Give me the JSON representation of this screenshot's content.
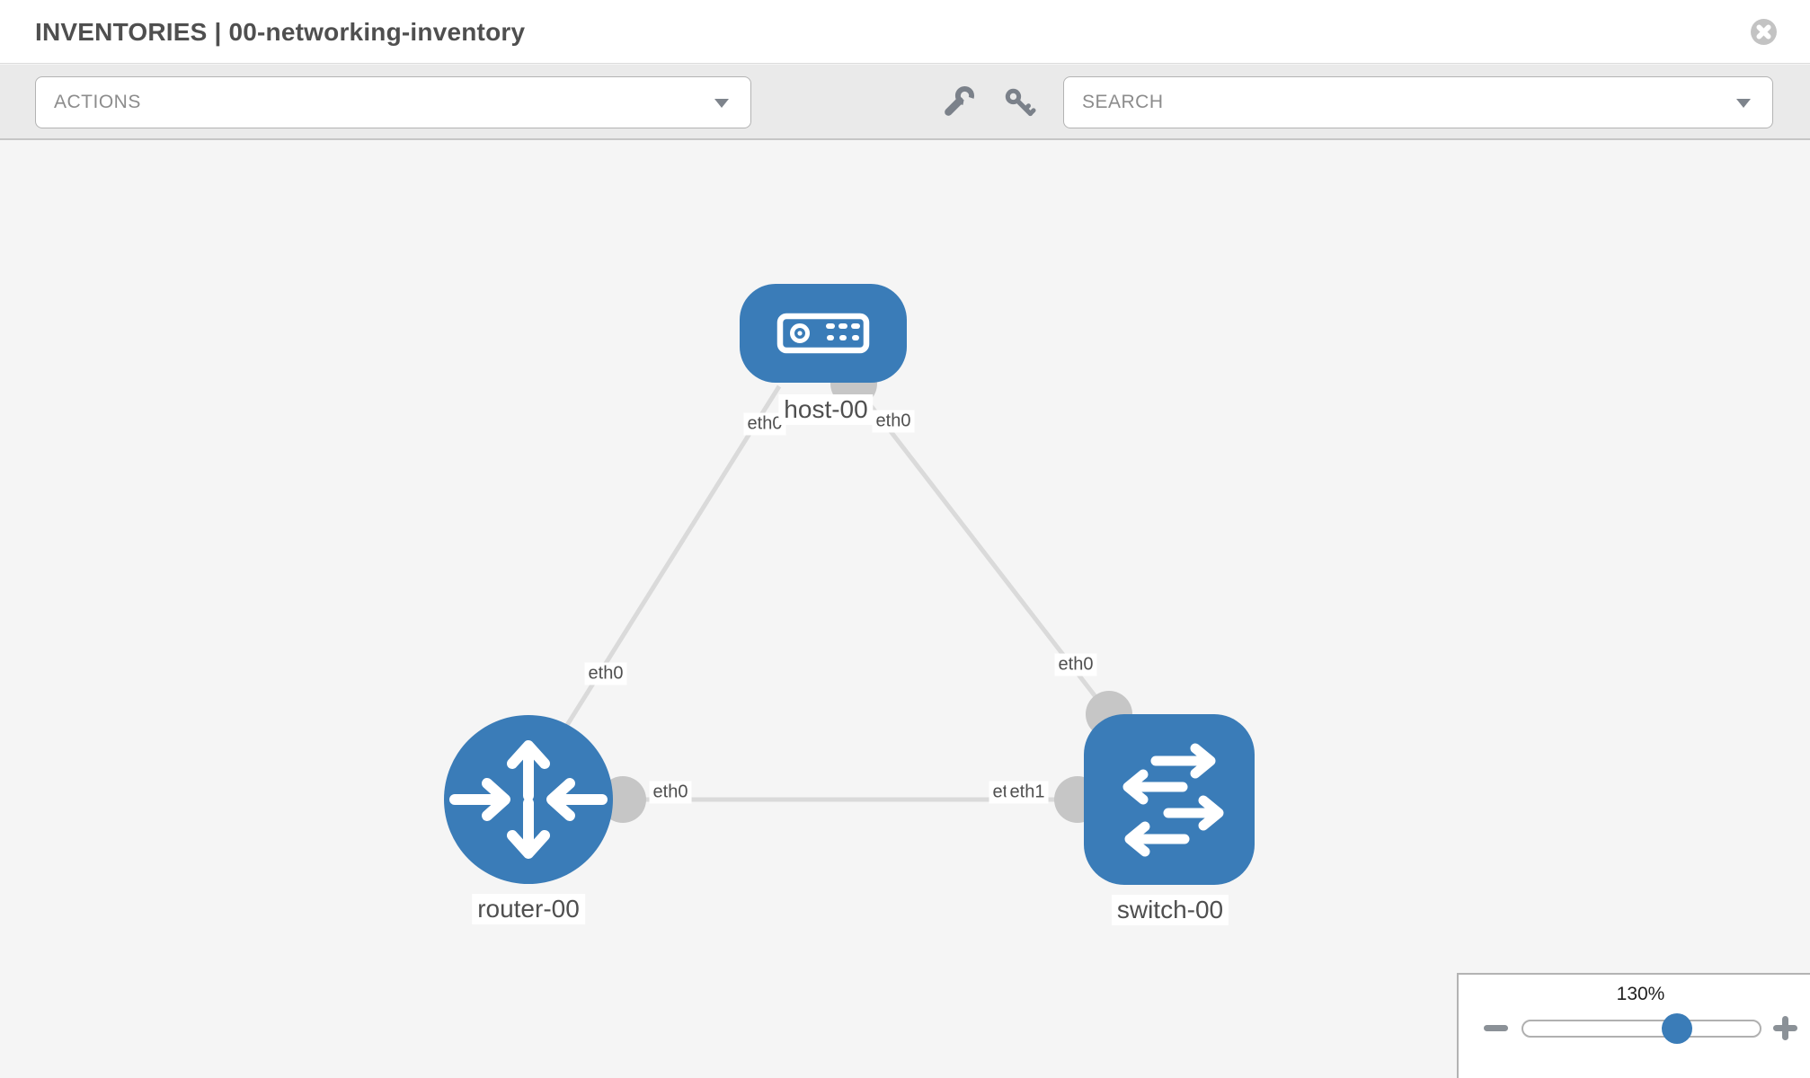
{
  "header": {
    "title": "INVENTORIES | 00-networking-inventory"
  },
  "toolbar": {
    "actions_label": "ACTIONS",
    "search_label": "SEARCH",
    "icons": [
      "wrench-icon",
      "key-icon"
    ]
  },
  "topology": {
    "nodes": [
      {
        "name": "host-00",
        "type": "host"
      },
      {
        "name": "router-00",
        "type": "router"
      },
      {
        "name": "switch-00",
        "type": "switch"
      }
    ],
    "links": [
      {
        "source": "host-00",
        "source_iface": "eth0",
        "target": "router-00",
        "target_iface": "eth0"
      },
      {
        "source": "host-00",
        "source_iface": "eth0",
        "target": "switch-00",
        "target_iface": "eth0"
      },
      {
        "source": "router-00",
        "source_iface": "eth0",
        "target": "switch-00",
        "target_iface": "eth1"
      }
    ],
    "iface_labels": [
      {
        "text": "eth0",
        "at": "host-left"
      },
      {
        "text": "eth0",
        "at": "host-right"
      },
      {
        "text": "eth0",
        "at": "router-upper"
      },
      {
        "text": "eth0",
        "at": "switch-upper"
      },
      {
        "text": "eth0",
        "at": "bottom-link-left"
      },
      {
        "text": "eth0",
        "at": "bottom-link-right-under"
      },
      {
        "text": "eth1",
        "at": "bottom-link-right-over"
      }
    ]
  },
  "zoom_control": {
    "value": "130%",
    "percent": 130
  },
  "colors": {
    "accent-blue": "#3a7cb8",
    "link-gray": "#dadada",
    "connector-gray": "#c6c6c6",
    "canvas-bg": "#f5f5f5",
    "toolbar-bg": "#eaeaea",
    "icon-gray": "#7b818a",
    "label-text": "#4f4f4f",
    "muted-text": "#8c8c8c",
    "border-gray": "#b3b3b3"
  }
}
